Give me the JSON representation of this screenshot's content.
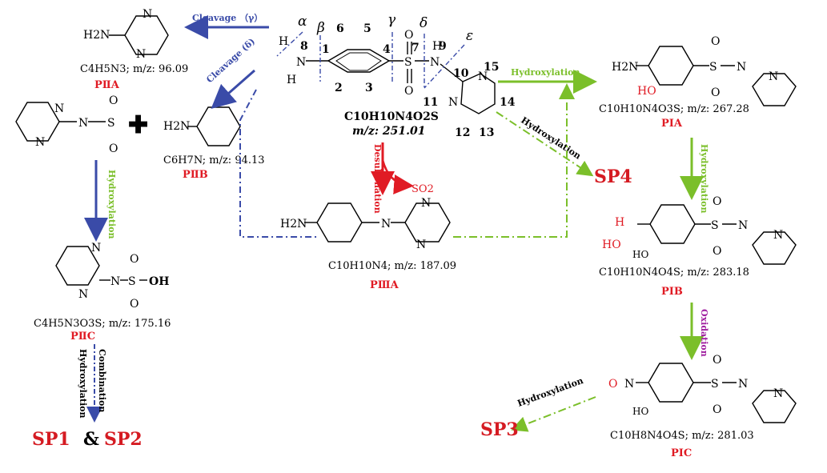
{
  "parent": {
    "formula": "C10H10N4O2S",
    "mz": "m/z: 251.01",
    "positions": [
      "1",
      "2",
      "3",
      "4",
      "5",
      "6",
      "7",
      "8",
      "9",
      "10",
      "11",
      "12",
      "13",
      "14",
      "15"
    ],
    "bond_greek": [
      "α",
      "β",
      "γ",
      "δ",
      "ε"
    ]
  },
  "reactions": {
    "cleavage_gamma": "Cleavage （γ）",
    "cleavage_delta": "Cleavage (δ)",
    "hydroxylation_right": "Hydroxylation",
    "hydroxylation_diag": "Hydroxylation",
    "desulfonation": "Desulfonation",
    "so2": "SO2",
    "hydroxylation_left": "Hydroxylation",
    "hydroxylation_pib": "Hydroxylation",
    "oxidation": "Oxidation",
    "hydroxylation_sp3": "Hydroxylation",
    "combination": "Combination",
    "hydroxylation_combo": "Hydroxylation"
  },
  "products": {
    "PIIA": {
      "label": "PⅡA",
      "formula": "C4H5N3; m/z: 96.09"
    },
    "PIIB": {
      "label": "PⅡB",
      "formula": "C6H7N; m/z: 94.13"
    },
    "PIIC": {
      "label": "PⅡC",
      "formula": "C4H5N3O3S; m/z: 175.16"
    },
    "PIIIA": {
      "label": "PⅢA",
      "formula": "C10H10N4; m/z: 187.09"
    },
    "PIA": {
      "label": "PⅠA",
      "formula": "C10H10N4O3S; m/z: 267.28"
    },
    "PIB": {
      "label": "PⅠB",
      "formula": "C10H10N4O4S; m/z: 283.18"
    },
    "PIC": {
      "label": "PⅠC",
      "formula": "C10H8N4O4S; m/z: 281.03"
    }
  },
  "final_products": {
    "sp1": "SP1",
    "amp": "&",
    "sp2": "SP2",
    "sp3": "SP3",
    "sp4": "SP4"
  },
  "atoms": {
    "H2N": "H2N",
    "NH": "N",
    "H": "H",
    "S": "S",
    "O": "O",
    "OH": "OH",
    "HO": "HO",
    "N": "N",
    "plus": "✚"
  },
  "colors": {
    "blue": "#3a4ba8",
    "green": "#7bbf2a",
    "red": "#e01b24",
    "purple": "#a020a0",
    "black": "#000000"
  }
}
